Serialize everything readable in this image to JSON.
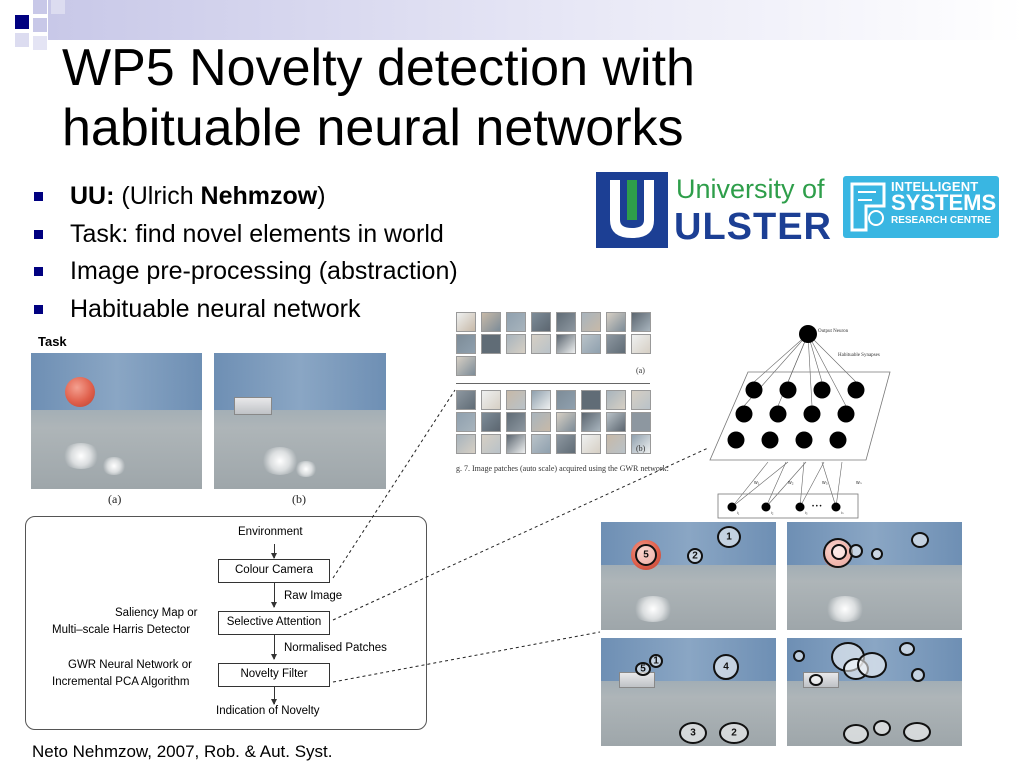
{
  "slide": {
    "title": "WP5 Novelty detection with habituable neural networks",
    "bullets": [
      {
        "lead": "UU:",
        "mid": " (Ulrich ",
        "bold": "Nehmzow",
        "tail": ")"
      },
      {
        "text": "Task: find novel elements in world"
      },
      {
        "text": "Image pre-processing (abstraction)"
      },
      {
        "text": "Habituable neural network"
      }
    ],
    "credit": "Neto Nehmzow, 2007, Rob. & Aut. Syst."
  },
  "logos": {
    "ulster": {
      "line1": "University of",
      "line2": "ULSTER"
    },
    "isrc": {
      "line1": "INTELLIGENT",
      "line2": "SYSTEMS",
      "line3": "RESEARCH CENTRE"
    }
  },
  "task_figure": {
    "label": "Task",
    "captions": [
      "(a)",
      "(b)"
    ]
  },
  "patches_figure": {
    "labels": [
      "(a)",
      "(b)"
    ],
    "caption": "g. 7. Image patches (auto scale) acquired using the GWR network:"
  },
  "flowchart": {
    "boxes": [
      "Colour Camera",
      "Selective Attention",
      "Novelty Filter"
    ],
    "stages": [
      "Environment",
      "Raw Image",
      "Normalised Patches",
      "Indication of Novelty"
    ],
    "side_labels": [
      [
        "Saliency Map or",
        "Multi–scale Harris Detector"
      ],
      [
        "GWR Neural Network or",
        "Incremental PCA Algorithm"
      ]
    ]
  },
  "network": {
    "output_label": "Output Neuron",
    "synapse_label": "Habituable Synapses",
    "weight_labels": [
      "w₁",
      "w₂",
      "w₃",
      "wₙ"
    ],
    "input_labels": [
      "i₁",
      "i₂",
      "i₃",
      "iₙ"
    ],
    "ellipsis": "• • •"
  },
  "result_rings": {
    "top_left": [
      "5",
      "2",
      "1"
    ],
    "bottom_left": [
      "1",
      "5",
      "4",
      "3",
      "2"
    ]
  },
  "colors": {
    "bullet": "#000080",
    "deco_dark": "#000080",
    "deco_light": "#c8c8e8",
    "ulster_blue": "#1c3f94",
    "ulster_green": "#2e9e4a",
    "isrc_blue": "#39b6e2"
  }
}
